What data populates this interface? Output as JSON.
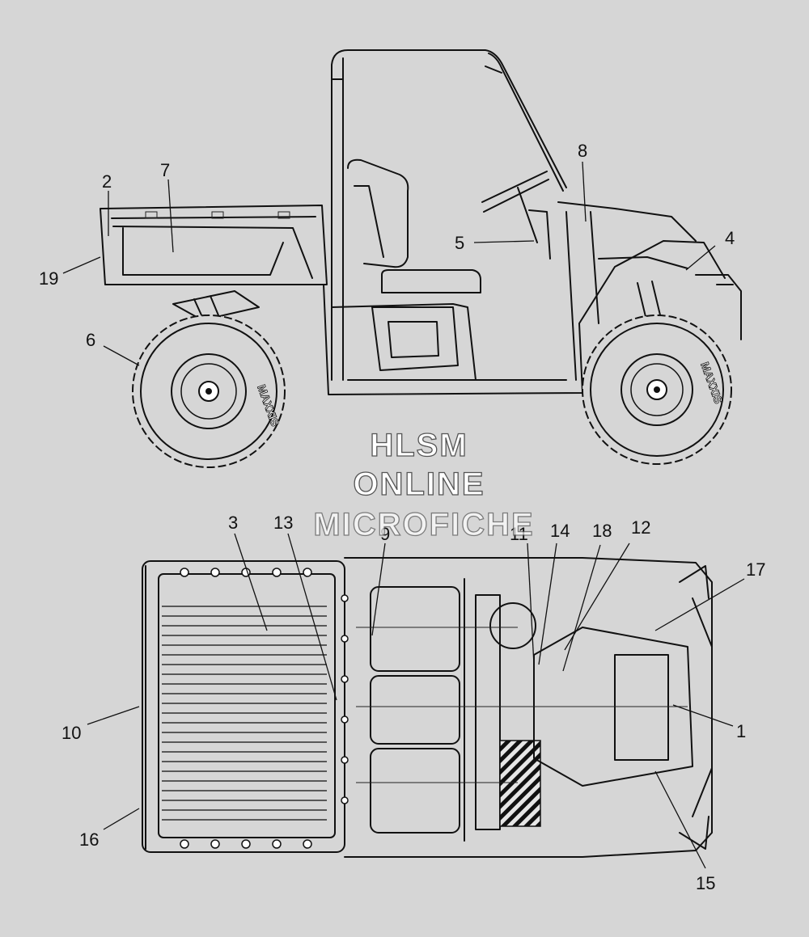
{
  "watermark": {
    "line1": "HLSM",
    "line2": "ONLINE",
    "line3": "MICROFICHE"
  },
  "tire_brand": "MAXXIS",
  "callouts": {
    "c1": "1",
    "c2": "2",
    "c3": "3",
    "c4": "4",
    "c5": "5",
    "c6": "6",
    "c7": "7",
    "c8": "8",
    "c9": "9",
    "c10": "10",
    "c11": "11",
    "c12": "12",
    "c13": "13",
    "c14": "14",
    "c15": "15",
    "c16": "16",
    "c17": "17",
    "c18": "18",
    "c19": "19"
  }
}
